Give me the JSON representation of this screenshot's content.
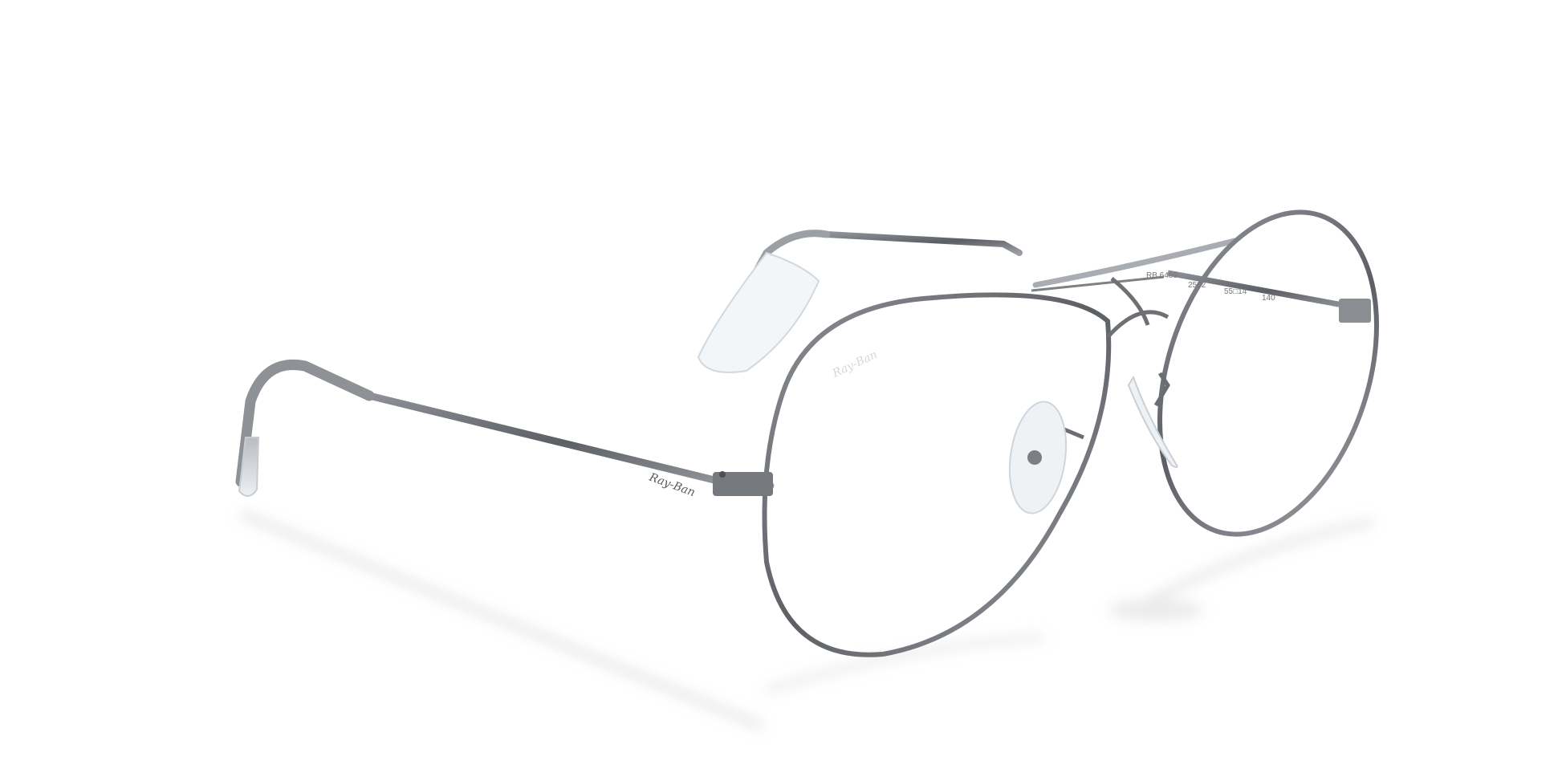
{
  "product": {
    "brand_mark": "Ray-Ban",
    "temple_code": "RB 6489",
    "color_code": "2502",
    "size_code": "55□14",
    "temple_length": "140"
  },
  "colors": {
    "background": "#ffffff",
    "frame_metal": "#6e7074",
    "frame_highlight": "#c8cace",
    "nose_pad": "#e9eef2",
    "shadow": "#d8d8d8"
  }
}
